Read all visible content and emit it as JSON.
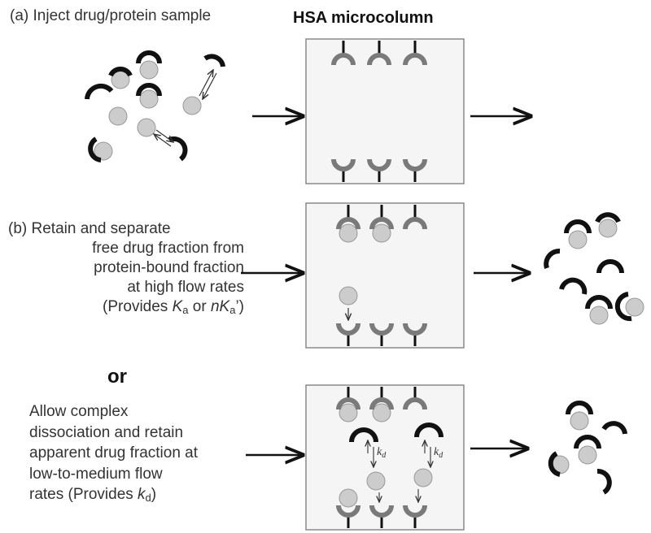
{
  "panel_a": {
    "label": "(a) Inject drug/protein sample"
  },
  "column": {
    "title": "HSA microcolumn"
  },
  "panel_b": {
    "lines": [
      "(b) Retain and separate",
      "free drug fraction from",
      "protein-bound fraction",
      "at high flow rates"
    ],
    "provides": {
      "prefix": "(Provides ",
      "ka": "K",
      "ka_sub": "a",
      "mid": " or ",
      "nka": "nK",
      "nka_sub": "a",
      "suffix": "’)"
    }
  },
  "or_label": "or",
  "panel_c": {
    "lines": [
      "Allow complex",
      "dissociation and retain",
      "apparent drug fraction at",
      "low-to-medium flow"
    ],
    "provides": {
      "prefix": "rates (Provides ",
      "kd": "k",
      "kd_sub": "d",
      "suffix": ")"
    }
  },
  "rate_label": {
    "k": "k",
    "sub": "d"
  },
  "colors": {
    "protein": "#111111",
    "drug_fill": "#cccccc",
    "drug_stroke": "#999999",
    "ligand_gray": "#7a7a7a",
    "box_fill": "#f5f5f5",
    "box_stroke": "#8a8a8a"
  }
}
